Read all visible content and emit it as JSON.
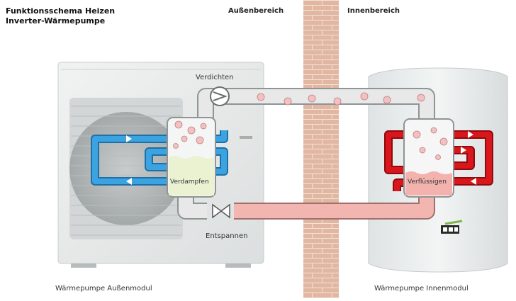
{
  "title": {
    "line1": "Funktionsschema Heizen",
    "line2": "Inverter-Wärmepumpe"
  },
  "zones": {
    "outside": "Außenbereich",
    "inside": "Innenbereich"
  },
  "labels": {
    "compressor": "Verdichten",
    "evaporator": "Verdampfen",
    "condenser": "Verflüssigen",
    "expansion": "Entspannen"
  },
  "captions": {
    "outdoor_unit": "Wärmepumpe Außenmodul",
    "indoor_unit": "Wärmepumpe Innenmodul"
  },
  "colors": {
    "cold_loop": "#3aa3e0",
    "hot_loop": "#d8161b",
    "vapor_pipe": "#e7e7e7",
    "liquid_pipe": "#f2b2ae",
    "bubble": "#f6c6c6",
    "wall_brick": "#d9a892"
  }
}
